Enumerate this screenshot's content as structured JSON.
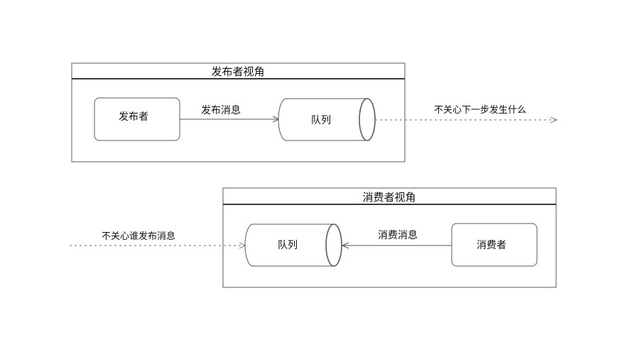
{
  "publisher_view": {
    "title": "发布者视角",
    "publisher_label": "发布者",
    "publish_message_label": "发布消息",
    "queue_label": "队列",
    "downstream_note": "不关心下一步发生什么"
  },
  "consumer_view": {
    "title": "消费者视角",
    "consumer_label": "消费者",
    "consume_message_label": "消费消息",
    "queue_label": "队列",
    "upstream_note": "不关心谁发布消息"
  },
  "colors": {
    "stroke": "#5a5a5a",
    "dashed": "#8a8a8a",
    "text": "#111111",
    "background": "#ffffff"
  }
}
